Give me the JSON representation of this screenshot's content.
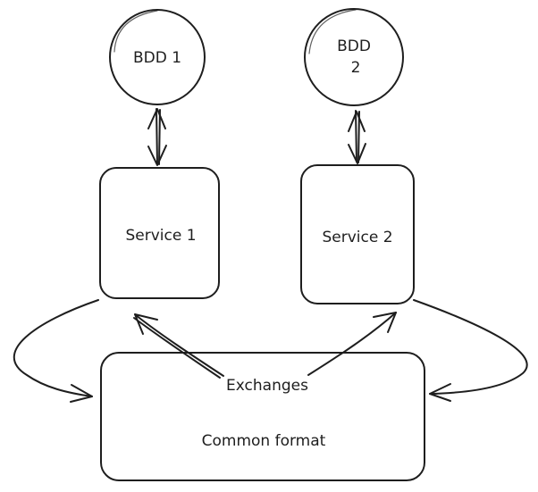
{
  "nodes": {
    "db1": {
      "label_line1": "BDD 1",
      "label_line2": "",
      "fill": "#a5d8ff"
    },
    "db2": {
      "label_line1": "BDD",
      "label_line2": "2",
      "fill": "#a5d8ff"
    },
    "service1": {
      "label": "Service 1",
      "fill": "#ffffff"
    },
    "service2": {
      "label": "Service 2",
      "fill": "#ffffff"
    },
    "common": {
      "title": "Exchanges",
      "label": "Common format",
      "fill": "#ffc9c9"
    }
  },
  "colors": {
    "stroke": "#1e1e1e",
    "database": "#a5d8ff",
    "common_format": "#ffc9c9",
    "background": "#ffffff"
  }
}
